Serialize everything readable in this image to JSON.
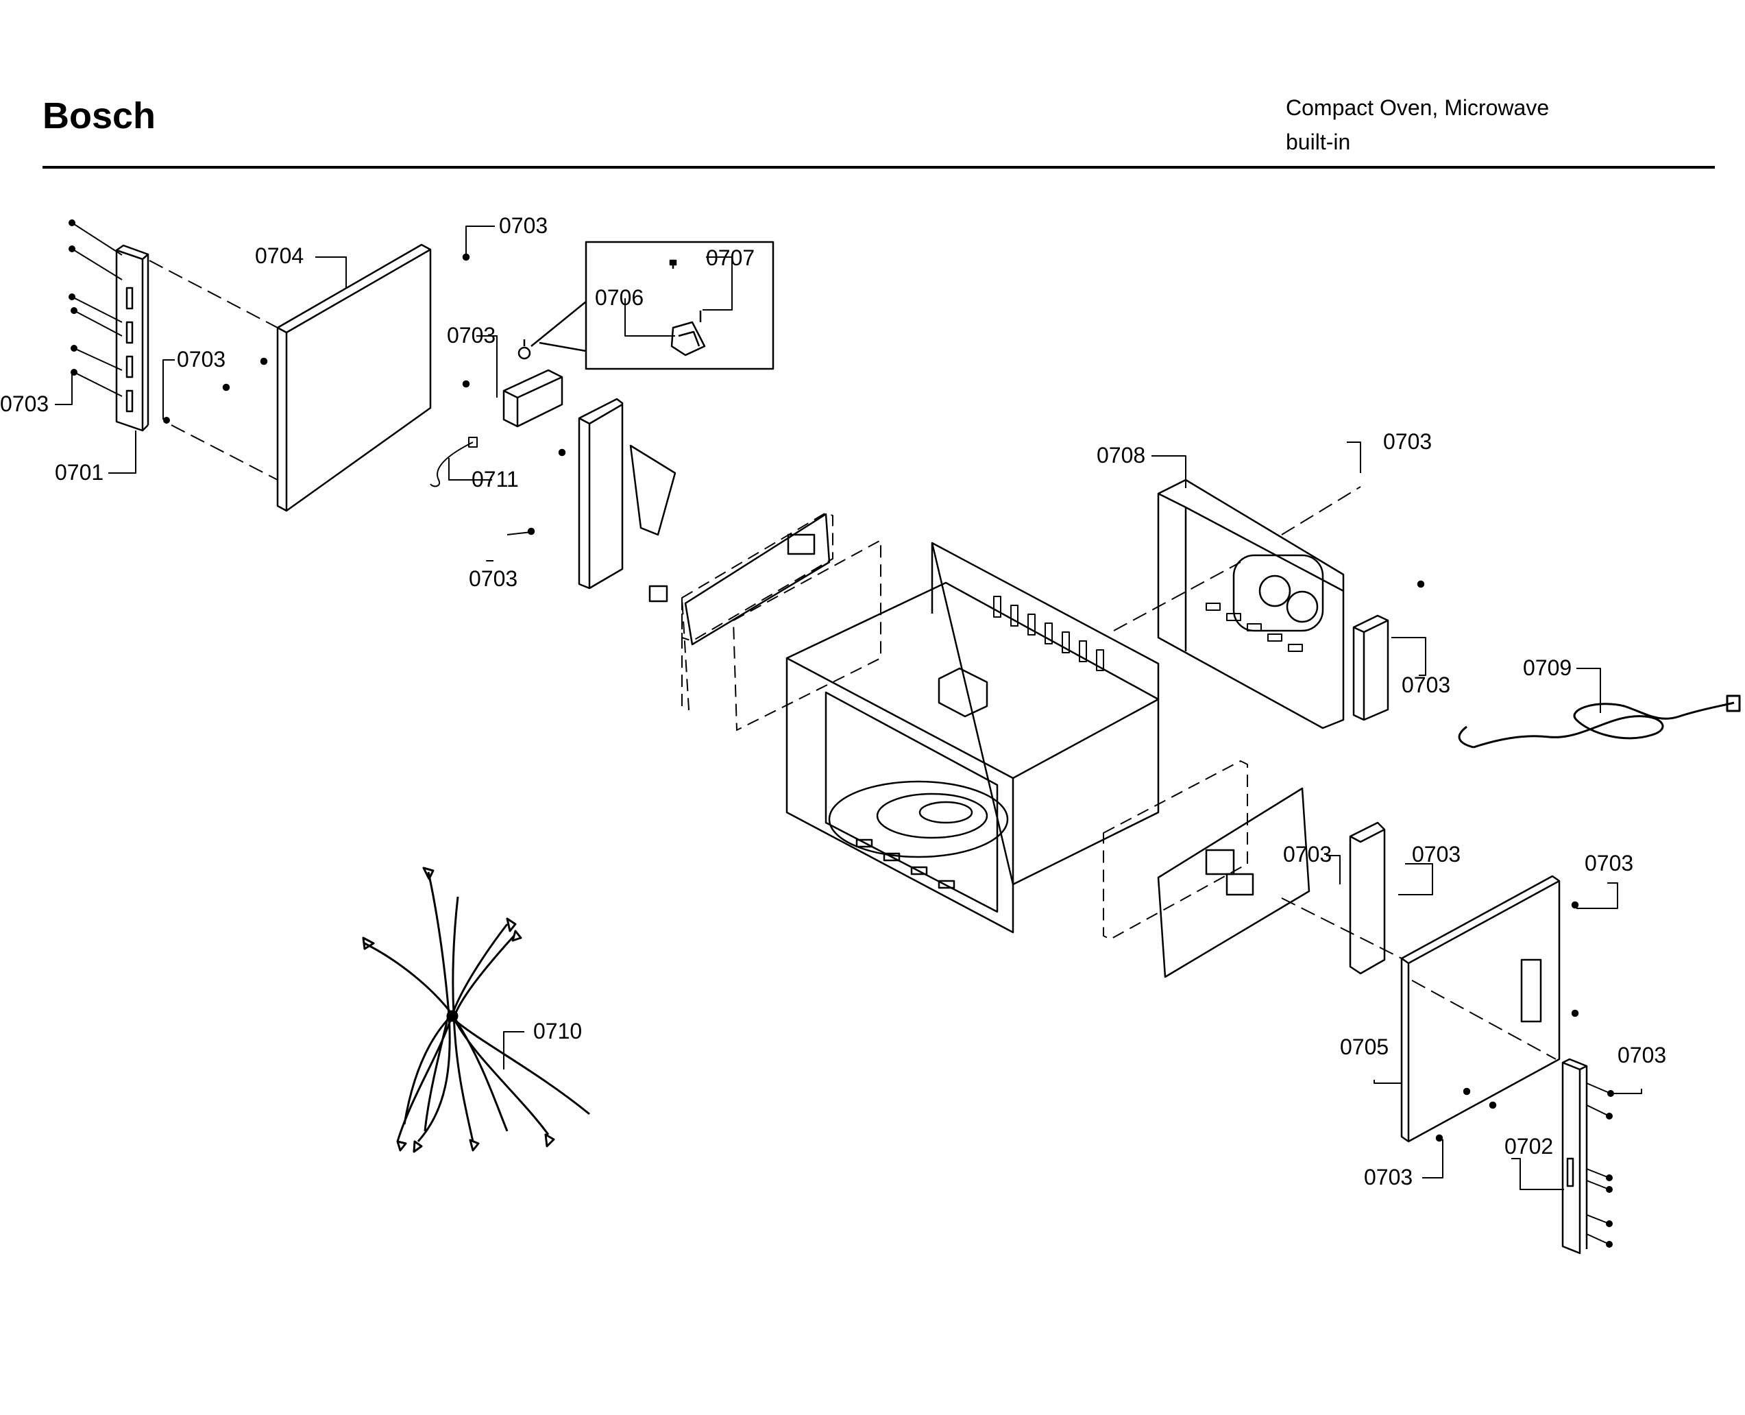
{
  "header": {
    "brand": "Bosch",
    "product_line1": "Compact Oven, Microwave",
    "product_line2": "built-in"
  },
  "callouts": [
    {
      "id": "c01",
      "text": "0704"
    },
    {
      "id": "c02",
      "text": "0703"
    },
    {
      "id": "c03",
      "text": "0707"
    },
    {
      "id": "c04",
      "text": "0706"
    },
    {
      "id": "c05",
      "text": "0703"
    },
    {
      "id": "c06",
      "text": "0703"
    },
    {
      "id": "c07",
      "text": "0703"
    },
    {
      "id": "c08",
      "text": "0701"
    },
    {
      "id": "c09",
      "text": "0711"
    },
    {
      "id": "c10",
      "text": "0703"
    },
    {
      "id": "c11",
      "text": "0708"
    },
    {
      "id": "c12",
      "text": "0703"
    },
    {
      "id": "c13",
      "text": "0703"
    },
    {
      "id": "c14",
      "text": "0709"
    },
    {
      "id": "c15",
      "text": "0703"
    },
    {
      "id": "c16",
      "text": "0703"
    },
    {
      "id": "c17",
      "text": "0703"
    },
    {
      "id": "c18",
      "text": "0710"
    },
    {
      "id": "c19",
      "text": "0705"
    },
    {
      "id": "c20",
      "text": "0703"
    },
    {
      "id": "c21",
      "text": "0702"
    },
    {
      "id": "c22",
      "text": "0703"
    }
  ]
}
